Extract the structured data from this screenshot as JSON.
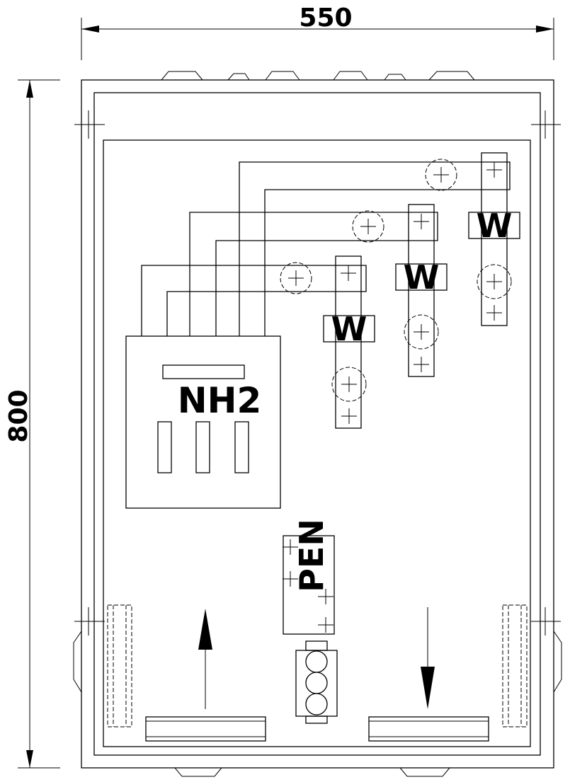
{
  "dimensions": {
    "width_label": "550",
    "height_label": "800"
  },
  "components": {
    "fuse_switch_label": "NH2",
    "outgoing_label": "W",
    "pen_label": "PEN"
  },
  "colors": {
    "line": "#000000",
    "background": "#ffffff"
  }
}
